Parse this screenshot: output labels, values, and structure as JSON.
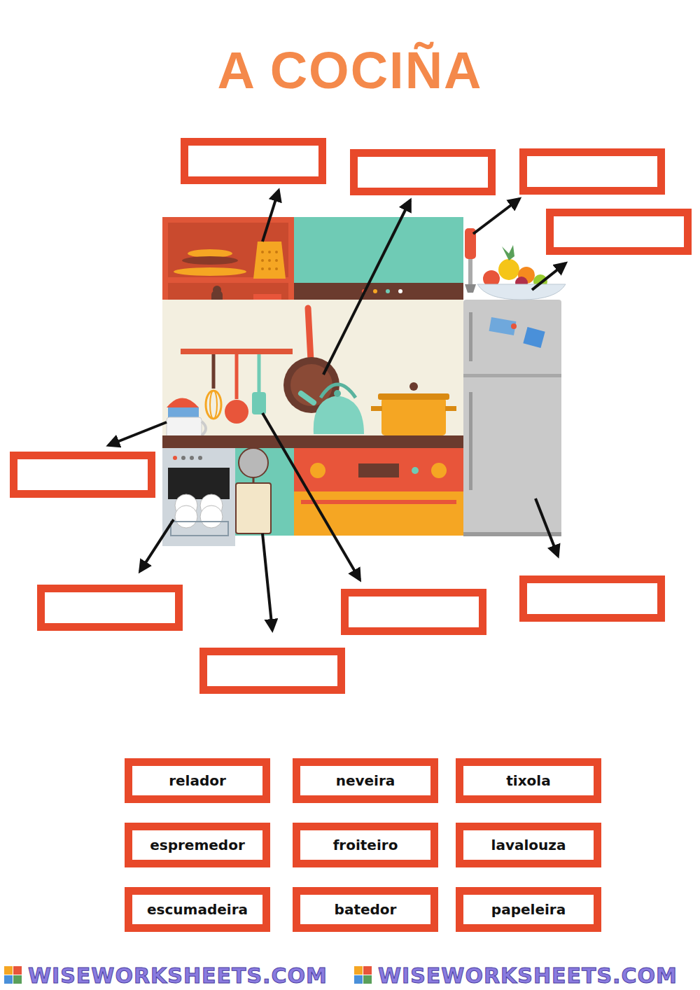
{
  "diagram": {
    "title": "A COCIÑA",
    "nodes": [
      {
        "text": [
          "relador"
        ]
      },
      {
        "text": [
          "neveira"
        ]
      },
      {
        "text": [
          "tixola"
        ]
      },
      {
        "text": [
          "espremedor"
        ]
      },
      {
        "text": [
          "froiteiro"
        ]
      },
      {
        "text": [
          "lavalouza"
        ]
      },
      {
        "text": [
          "escumadeira"
        ]
      },
      {
        "text": [
          "batedor"
        ]
      },
      {
        "text": [
          "papeleira"
        ]
      }
    ],
    "labels": [
      "WISEWORKSHEETS.COM",
      "WISEWORKSHEETS.COM"
    ]
  }
}
